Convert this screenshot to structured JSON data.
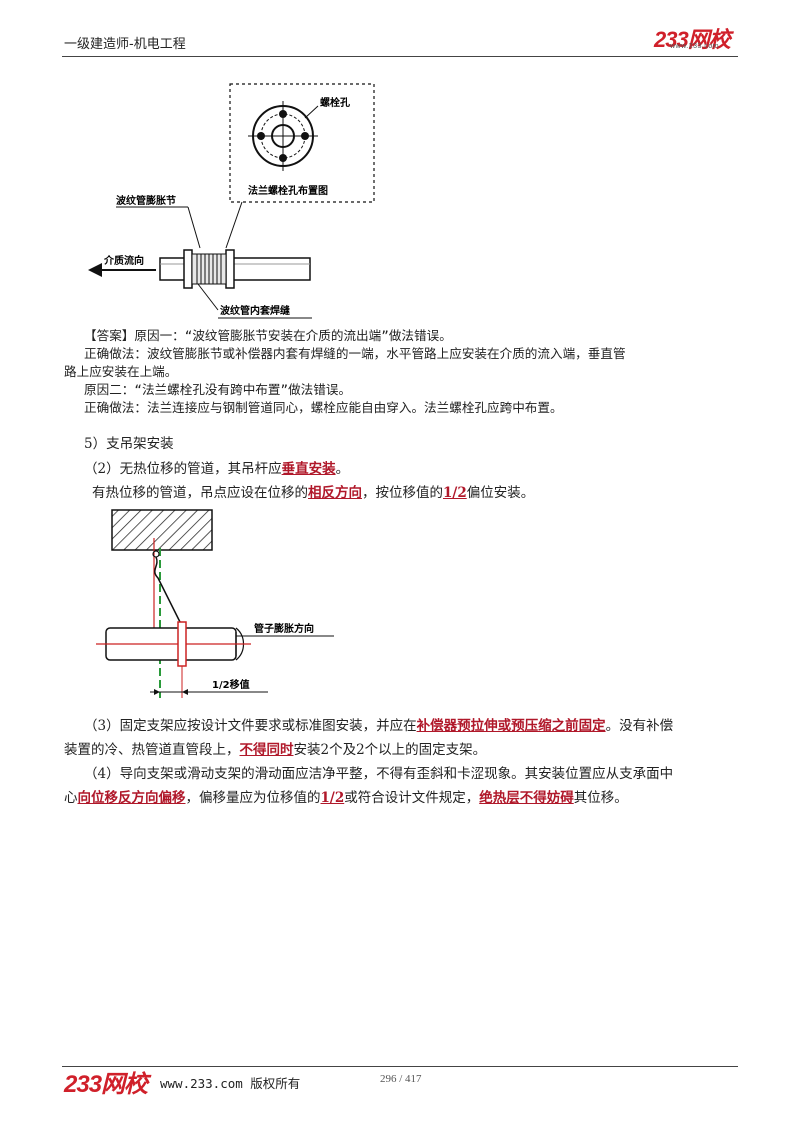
{
  "header": {
    "title": "一级建造师-机电工程",
    "logo_main": "233网校",
    "logo_url": "www.233.com"
  },
  "figure1": {
    "bolt_hole_label": "螺栓孔",
    "flange_layout_label": "法兰螺栓孔布置图",
    "bellows_label": "波纹管膨胀节",
    "flow_label": "介质流向",
    "weld_label": "波纹管内套焊缝"
  },
  "answer": {
    "line1": "【答案】原因一：“波纹管膨胀节安装在介质的流出端”做法错误。",
    "line2": "正确做法：波纹管膨胀节或补偿器内套有焊缝的一端，水平管路上应安装在介质的流入端，垂直管",
    "line3": "路上应安装在上端。",
    "line4": "原因二：“法兰螺栓孔没有跨中布置”做法错误。",
    "line5": "正确做法：法兰连接应与钢制管道同心，螺栓应能自由穿入。法兰螺栓孔应跨中布置。"
  },
  "section": {
    "heading": "5）支吊架安装",
    "p2_a": "（2）无热位移的管道，其吊杆应",
    "p2_hl": "垂直安装",
    "p2_b": "。",
    "p3_a": "有热位移的管道，吊点应设在位移的",
    "p3_hl1": "相反方向",
    "p3_b": "，按位移值的",
    "p3_hl2": "1/2",
    "p3_c": "偏位安装。"
  },
  "figure2": {
    "expansion_label": "管子膨胀方向",
    "offset_label": "1/2移值"
  },
  "para3": {
    "l1_a": "（3）固定支架应按设计文件要求或标准图安装，并应在",
    "l1_hl": "补偿器预拉伸或预压缩之前固定",
    "l1_b": "。没有补偿",
    "l2_a": "装置的冷、热管道直管段上，",
    "l2_hl": "不得同时",
    "l2_b": "安装2个及2个以上的固定支架。"
  },
  "para4": {
    "l1": "（4）导向支架或滑动支架的滑动面应洁净平整，不得有歪斜和卡涩现象。其安装位置应从支承面中",
    "l2_a": "心",
    "l2_hl1": "向位移反方向偏移",
    "l2_b": "，偏移量应为位移值的",
    "l2_hl2": "1/2",
    "l2_c": "或符合设计文件规定，",
    "l2_hl3": "绝热层不得妨碍",
    "l2_d": "其位移。"
  },
  "footer": {
    "logo": "233网校",
    "site": "www.233.com 版权所有",
    "page": "296 / 417"
  },
  "colors": {
    "brand_red": "#d0202a",
    "highlight": "#b0182a",
    "guide_green": "#2a9a3a",
    "guide_red": "#cc2222"
  }
}
